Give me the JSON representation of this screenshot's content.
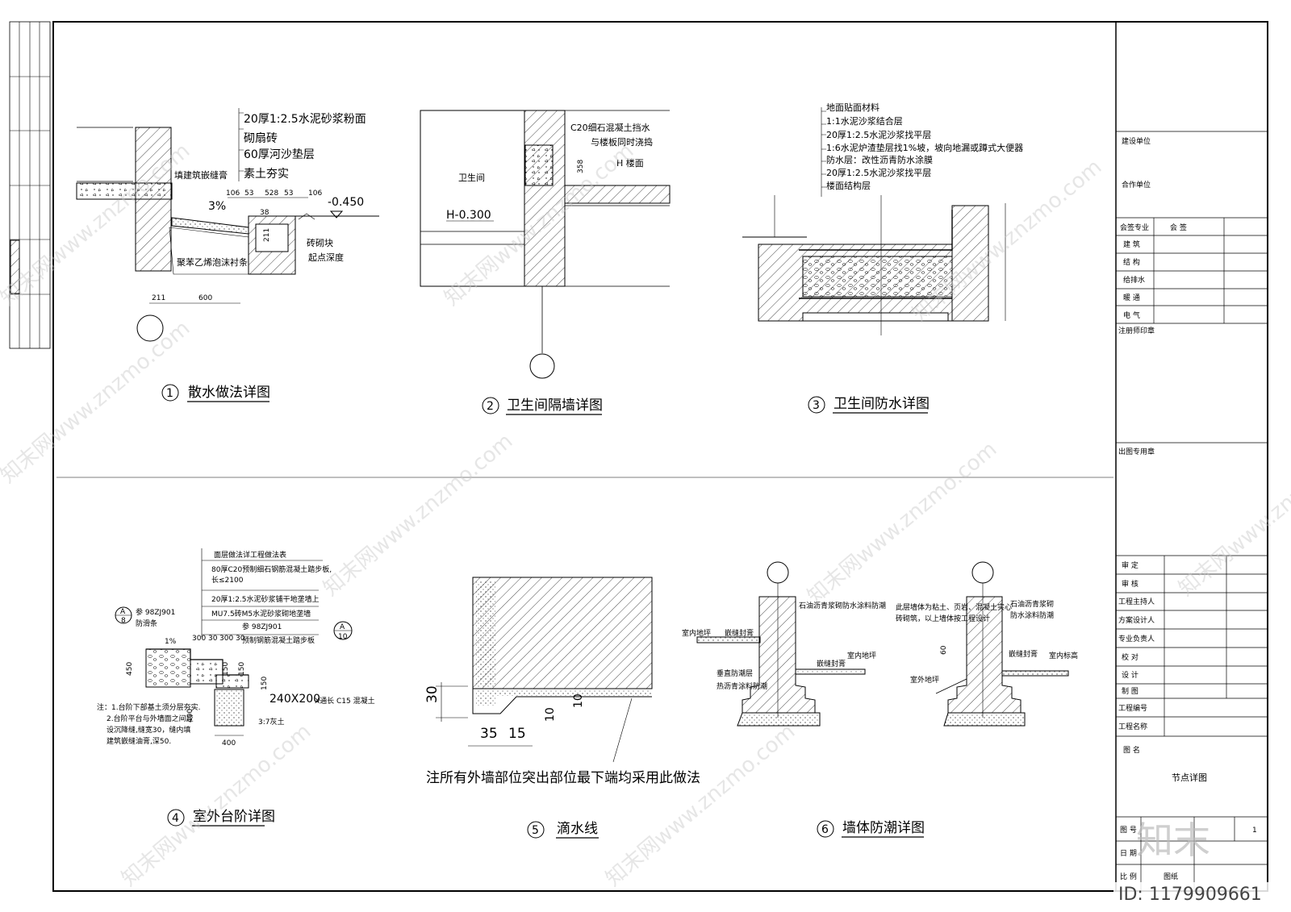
{
  "d1": {
    "notes": [
      "20厚1:2.5水泥砂浆粉面",
      "砌扇砖",
      "60厚河沙垫层",
      "素土夯实"
    ],
    "label_joint": "填建筑嵌缝膏",
    "label_foam": "聚苯乙烯泡沫衬条",
    "label_brick": "砖砌块",
    "label_depth": "起点深度",
    "slope": "3%",
    "elev": "-0.450",
    "dims_top": [
      "106",
      "53",
      "528",
      "53",
      "106"
    ],
    "dim_38": "38",
    "dim_211v": "211",
    "dim_211": "211",
    "dim_600": "600",
    "caption_num": "1",
    "caption": "散水做法详图"
  },
  "d2": {
    "room": "卫生间",
    "elev": "H-0.300",
    "note1": "C20细石混凝土挡水",
    "note2": "与楼板同时浇捣",
    "dim": "358",
    "floor": "H  楼面",
    "caption_num": "2",
    "caption": "卫生间隔墙详图"
  },
  "d3": {
    "notes": [
      "地面贴面材料",
      "1:1水泥沙浆结合层",
      "20厚1:2.5水泥沙浆找平层",
      "1:6水泥炉渣垫层找1%坡，坡向地漏或蹲式大便器",
      "防水层：改性沥青防水涂膜",
      "20厚1:2.5水泥沙浆找平层",
      "楼面结构层"
    ],
    "caption_num": "3",
    "caption": "卫生间防水详图"
  },
  "d4": {
    "title": "面层做法详工程做法表",
    "notes": [
      "80厚C20预制细石钢筋混凝土踏步板,",
      "长≤2100",
      "20厚1:2.5水泥砂浆铺干地垄墙上",
      "MU7.5砖M5水泥砂浆砌地垄墙"
    ],
    "ref_a": "参 98ZJ901",
    "ref_a_sub": "防滑条",
    "ref_b": "参 98ZJ901",
    "ref_b_sub": "预制钢筋混凝土踏步板",
    "tag_a_top": "A",
    "tag_a_bot": "8",
    "tag_b_top": "A",
    "tag_b_bot": "10",
    "slope": "1%",
    "dims": [
      "300",
      "30",
      "300",
      "30"
    ],
    "dim_450": "450",
    "dim_150a": "150",
    "dim_150b": "150",
    "dim_150c": "150",
    "dim_400v": "400",
    "dim_400": "400",
    "beam": "240X200",
    "beam_note": "X通长 C15 混凝土",
    "lime": "3:7灰土",
    "footnote": [
      "注：1.台阶下部基土须分层夯实.",
      "2.台阶平台与外墙面之间应",
      "设沉降缝,缝宽30，缝内填",
      "建筑嵌缝油膏,深50."
    ],
    "caption_num": "4",
    "caption": "室外台阶详图"
  },
  "d5": {
    "dim_30": "30",
    "dim_35": "35",
    "dim_15": "15",
    "dim_10": "10",
    "dim_10b": "10",
    "note": "注所有外墙部位突出部位最下端均采用此做法",
    "caption_num": "5",
    "caption": "滴水线"
  },
  "d6": {
    "left": {
      "label_outer": "室内地坪",
      "label_seal": "嵌缝封膏",
      "label_asphalt": "石油沥青浆砌防水涂料防潮",
      "label_seal2": "嵌缝封膏",
      "label_indoor": "室内地坪",
      "label_vertical": "垂直防潮层",
      "label_vertical2": "热沥青涂料防潮"
    },
    "right": {
      "note1": "此层墙体为粘土、页岩、混凝土实心",
      "note2": "砖砌筑，以上墙体按工程设计",
      "label_asphalt": "石油沥青浆砌",
      "label_asphalt2": "防水涂料防潮",
      "label_seal": "嵌缝封膏",
      "label_indoor": "室内标高",
      "label_outer": "室外地坪",
      "dim": "60"
    },
    "caption_num": "6",
    "caption": "墙体防潮详图"
  },
  "title_block": {
    "client": "建设单位",
    "designer": "合作单位",
    "rows_a": [
      [
        "会签专业",
        "会  签"
      ],
      [
        "建  筑",
        ""
      ],
      [
        "结  构",
        ""
      ],
      [
        "给排水",
        ""
      ],
      [
        "暖  通",
        ""
      ],
      [
        "电  气",
        ""
      ]
    ],
    "stamp": "注册师印章",
    "seal": "出图专用章",
    "rows_b": [
      "审  定",
      "审  核",
      "工程主持人",
      "方案设计人",
      "专业负责人",
      "校  对",
      "设  计",
      "制  图",
      "工程编号",
      "工程名称"
    ],
    "drawing_label": "图  名",
    "drawing_name": "节点详图",
    "bottom_rows": [
      "图  号",
      "日  期",
      "比  例"
    ],
    "bottom_vals": [
      "",
      "",
      "图纸"
    ],
    "page": "1",
    "brand": "知末",
    "id": "ID: 1179909661"
  },
  "watermark": "知末网www.znzmo.com"
}
